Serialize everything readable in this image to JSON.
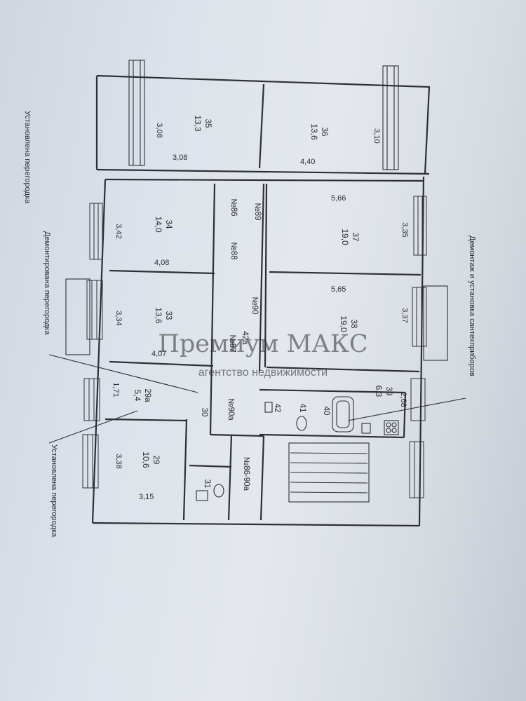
{
  "watermark": {
    "brand": "Премиум МАКС",
    "tagline": "агентство недвижимости"
  },
  "notes": {
    "partition_installed_top": "Установлена перегородка",
    "partition_dismantled": "Демонтирована перегородка",
    "partition_installed_bottom": "Установлена перегородка",
    "plumbing": "Демонтаж и установка сантехприборов"
  },
  "rooms": {
    "r35": {
      "num": "35",
      "area": "13,3",
      "dim_a": "3,08",
      "dim_b": "3,08"
    },
    "r36": {
      "num": "36",
      "area": "13,6",
      "dim_a": "3,10",
      "dim_b": "4,40"
    },
    "r34": {
      "num": "34",
      "area": "14,0",
      "dim_a": "3,42",
      "dim_b": "4,08"
    },
    "r37": {
      "num": "37",
      "area": "19,0",
      "dim_a": "5,66",
      "dim_b": "3,35"
    },
    "r33": {
      "num": "33",
      "area": "13,6",
      "dim_a": "3,34",
      "dim_b": "4,07"
    },
    "r38": {
      "num": "38",
      "area": "19,0",
      "dim_a": "5,65",
      "dim_b": "3,37"
    },
    "r29a": {
      "num": "29а",
      "area": "5,4",
      "dim_a": "1,71"
    },
    "r29": {
      "num": "29",
      "area": "10,6",
      "dim_a": "3,38",
      "dim_b": "3,15"
    },
    "r39": {
      "num": "39",
      "area": "6,3",
      "dim_a": "2,68"
    },
    "r30": {
      "num": "30"
    },
    "r31": {
      "num": "31"
    },
    "r40": {
      "num": "40"
    },
    "r41": {
      "num": "41"
    },
    "r42": {
      "num": "42"
    },
    "r42a": {
      "num": "42а"
    }
  },
  "corridor_marks": {
    "m86": "№86",
    "m89": "№89",
    "m88": "№88",
    "m90": "№90",
    "m87": "№87",
    "m90a": "№90а",
    "m86_90a": "№86-90а"
  }
}
